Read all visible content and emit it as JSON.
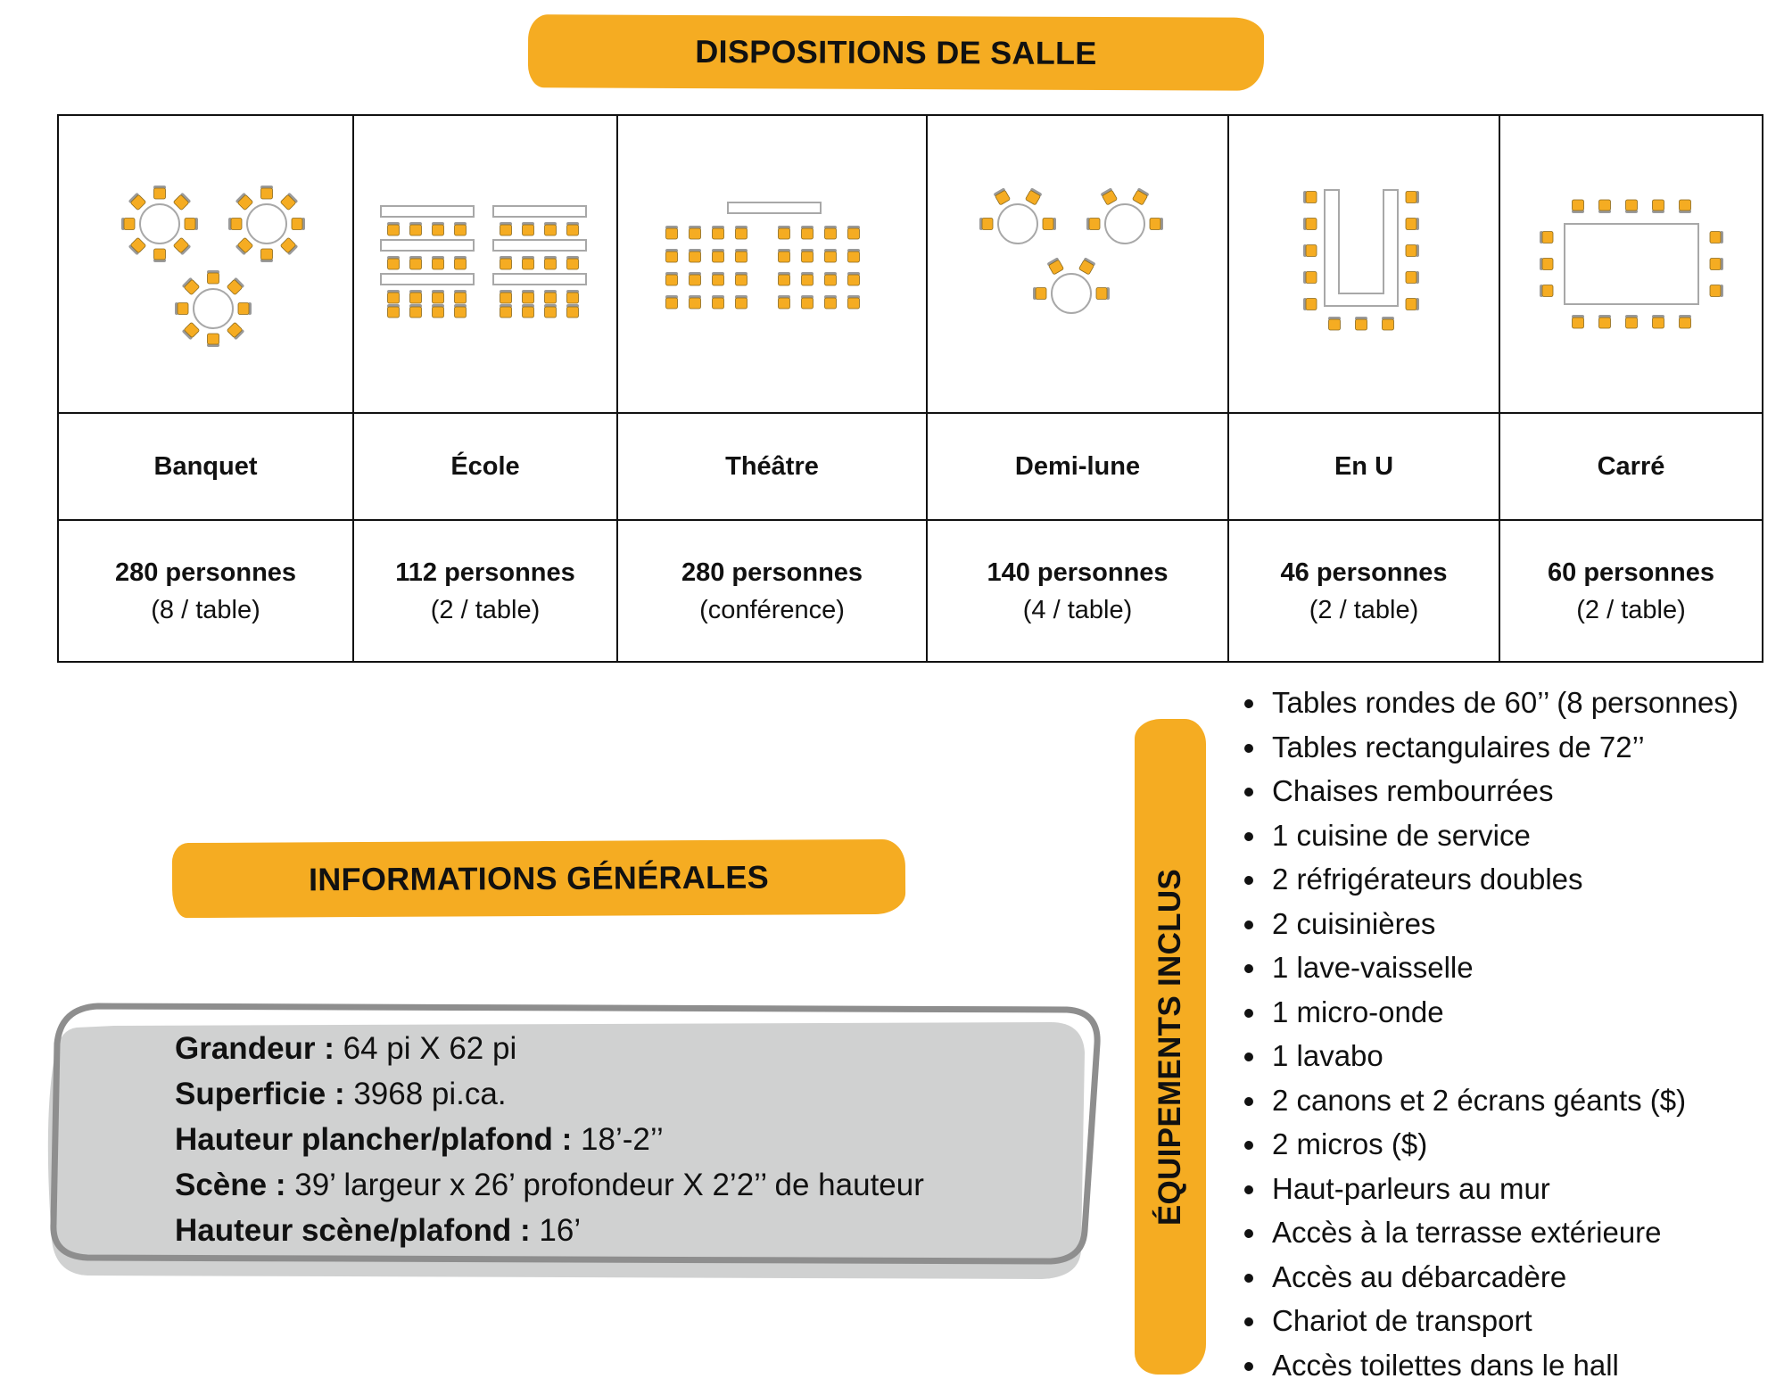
{
  "titles": {
    "salle": "DISPOSITIONS DE SALLE",
    "info": "INFORMATIONS GÉNÉRALES",
    "equip": "ÉQUIPEMENTS INCLUS"
  },
  "colors": {
    "accent": "#f5ac22",
    "panel": "#d0d1d1",
    "panel_border": "#8e8e8e"
  },
  "layouts": [
    {
      "icon": "banquet-layout-icon",
      "name": "Banquet",
      "count": "280 personnes",
      "note": "(8 / table)"
    },
    {
      "icon": "ecole-layout-icon",
      "name": "École",
      "count": "112 personnes",
      "note": "(2 / table)"
    },
    {
      "icon": "theatre-layout-icon",
      "name": "Théâtre",
      "count": "280 personnes",
      "note": "(conférence)"
    },
    {
      "icon": "demi-lune-layout-icon",
      "name": "Demi-lune",
      "count": "140 personnes",
      "note": "(4 / table)"
    },
    {
      "icon": "en-u-layout-icon",
      "name": "En U",
      "count": "46 personnes",
      "note": "(2 / table)"
    },
    {
      "icon": "carre-layout-icon",
      "name": "Carré",
      "count": "60 personnes",
      "note": "(2 / table)"
    }
  ],
  "info": [
    {
      "label": "Grandeur :",
      "value": " 64 pi X 62 pi"
    },
    {
      "label": "Superficie :",
      "value": " 3968 pi.ca."
    },
    {
      "label": "Hauteur plancher/plafond :",
      "value": " 18’-2’’"
    },
    {
      "label": "Scène :",
      "value": " 39’ largeur x 26’ profondeur X 2’2’’ de hauteur"
    },
    {
      "label": "Hauteur scène/plafond :",
      "value": " 16’"
    }
  ],
  "equipements": [
    "Tables rondes de 60’’ (8 personnes)",
    "Tables rectangulaires de 72’’",
    "Chaises rembourrées",
    "1 cuisine de service",
    "2 réfrigérateurs doubles",
    "2 cuisinières",
    "1 lave-vaisselle",
    "1 micro-onde",
    "1 lavabo",
    "2 canons et 2 écrans géants ($)",
    "2 micros ($)",
    "Haut-parleurs au mur",
    "Accès à la terrasse extérieure",
    "Accès au débarcadère",
    "Chariot de transport",
    "Accès toilettes dans le hall"
  ]
}
